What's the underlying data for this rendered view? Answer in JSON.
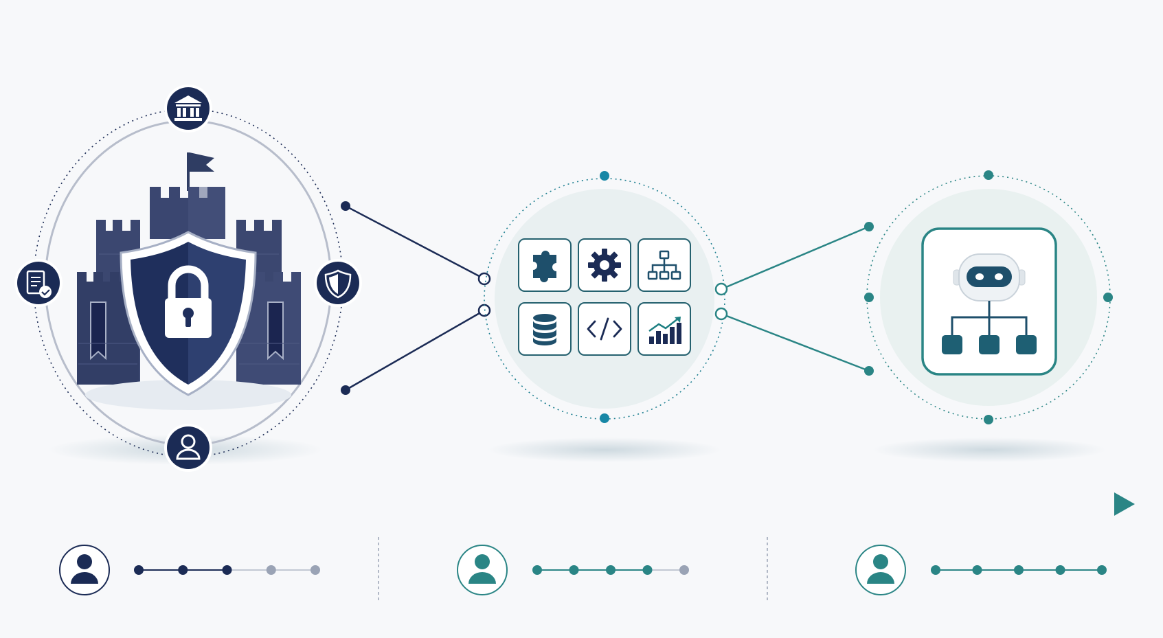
{
  "colors": {
    "navy": "#1b2b55",
    "navy_mid": "#2f4270",
    "slate": "#495578",
    "teal": "#2a8585",
    "teal_dark": "#1e5f73",
    "blue_teal": "#1787a6",
    "gray": "#9aa3b5",
    "light_gray": "#c2c8d3",
    "bg": "#f7f8fa"
  },
  "left_cluster": {
    "center_icon": "castle-shield-lock-icon",
    "orbit_icons": [
      "institution-icon",
      "document-check-icon",
      "shield-icon",
      "user-icon"
    ]
  },
  "middle_cluster": {
    "tiles": [
      "puzzle-icon",
      "gear-icon",
      "hierarchy-icon",
      "database-icon",
      "code-icon",
      "chart-growth-icon"
    ]
  },
  "right_cluster": {
    "center_icon": "robot-network-icon"
  },
  "timeline": {
    "arrow_colors": [
      "#15264f",
      "#2a8585"
    ]
  },
  "progress_rows": [
    {
      "icon": "user-icon",
      "total_steps": 5,
      "completed_steps": 3,
      "theme": "navy"
    },
    {
      "icon": "user-icon",
      "total_steps": 5,
      "completed_steps": 4,
      "theme": "teal"
    },
    {
      "icon": "user-icon",
      "total_steps": 5,
      "completed_steps": 5,
      "theme": "teal"
    }
  ]
}
